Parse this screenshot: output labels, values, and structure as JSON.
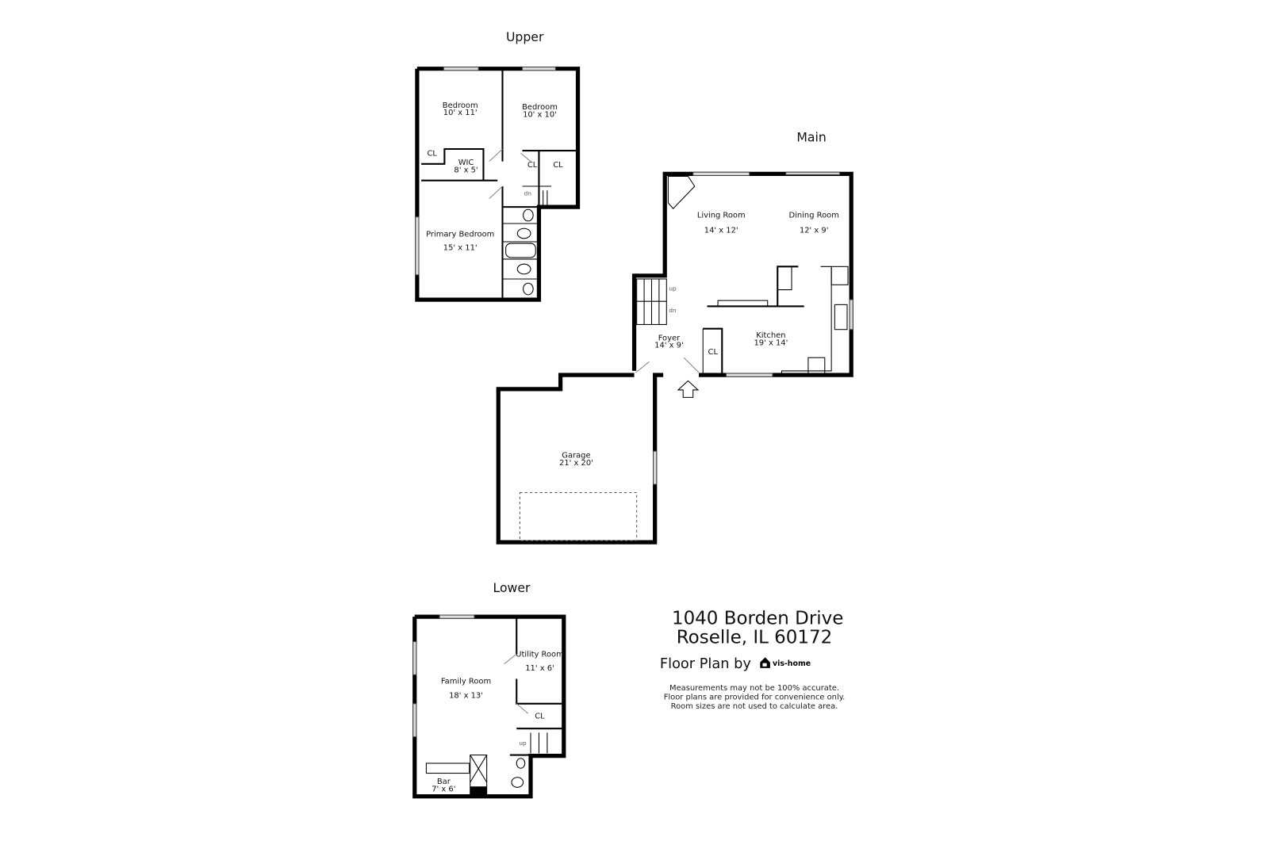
{
  "floors": {
    "upper": {
      "title": "Upper",
      "rooms": [
        {
          "name": "Bedroom",
          "size": "10' x 11'"
        },
        {
          "name": "Bedroom",
          "size": "10' x 10'"
        },
        {
          "name": "WIC",
          "size": "8' x 5'"
        },
        {
          "name": "Primary Bedroom",
          "size": "15' x 11'"
        }
      ],
      "closets": [
        "CL",
        "CL",
        "CL"
      ],
      "stairs": "dn"
    },
    "main": {
      "title": "Main",
      "rooms": [
        {
          "name": "Living Room",
          "size": "14' x 12'"
        },
        {
          "name": "Dining Room",
          "size": "12' x 9'"
        },
        {
          "name": "Foyer",
          "size": "14' x 9'"
        },
        {
          "name": "Kitchen",
          "size": "19' x 14'"
        },
        {
          "name": "Garage",
          "size": "21' x 20'"
        }
      ],
      "closets": [
        "CL"
      ],
      "stairs_up": "up",
      "stairs_down": "dn"
    },
    "lower": {
      "title": "Lower",
      "rooms": [
        {
          "name": "Family Room",
          "size": "18' x 13'"
        },
        {
          "name": "Utility Room",
          "size": "11' x 6'"
        },
        {
          "name": "Bar",
          "size": "7' x 6'"
        }
      ],
      "closets": [
        "CL"
      ],
      "stairs": "up"
    }
  },
  "address": {
    "line1": "1040 Borden Drive",
    "line2": "Roselle, IL 60172"
  },
  "credit": {
    "prefix": "Floor Plan by",
    "brand": "vis-home"
  },
  "disclaimer": [
    "Measurements may not be 100% accurate.",
    "Floor plans are provided for convenience only.",
    "Room sizes are not used to calculate area."
  ]
}
